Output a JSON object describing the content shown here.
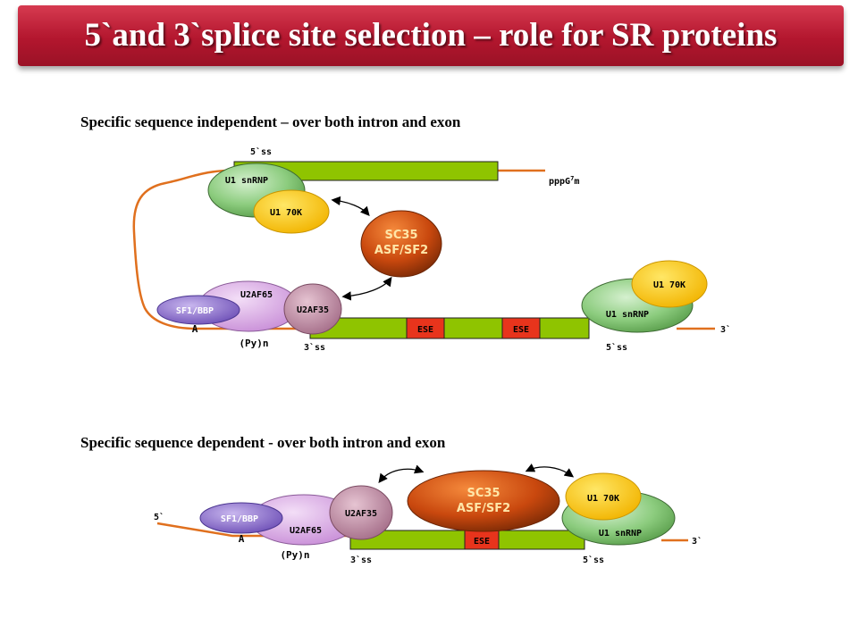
{
  "title": "5`and 3`splice site selection – role for SR proteins",
  "panel_top": {
    "heading": "Specific sequence independent – over both intron and exon",
    "labels": {
      "five_ss_top": "5`ss",
      "pppg": "pppG",
      "pppg_sup": "7",
      "pppg_tail": "m",
      "u1_snrnp_top": "U1 snRNP",
      "u1_70k_top": "U1 70K",
      "sc35_line1": "SC35",
      "sc35_line2": "ASF/SF2",
      "u2af65": "U2AF65",
      "sf1_bbp": "SF1/BBP",
      "u2af35": "U2AF35",
      "u1_70k_right": "U1 70K",
      "u1_snrnp_right": "U1 snRNP",
      "ese_1": "ESE",
      "ese_2": "ESE",
      "branch_a": "A",
      "pyn": "(Py)n",
      "three_ss": "3`ss",
      "five_ss": "5`ss",
      "three_end": "3`"
    }
  },
  "panel_bottom": {
    "heading": "Specific sequence dependent - over both intron and exon",
    "labels": {
      "five_end": "5`",
      "sf1_bbp": "SF1/BBP",
      "u2af65": "U2AF65",
      "u2af35": "U2AF35",
      "sc35_line1": "SC35",
      "sc35_line2": "ASF/SF2",
      "u1_70k": "U1 70K",
      "u1_snrnp": "U1 snRNP",
      "ese": "ESE",
      "branch_a": "A",
      "pyn": "(Py)n",
      "three_ss": "3`ss",
      "five_ss": "5`ss",
      "three_end": "3`"
    }
  },
  "colors": {
    "title_red": "#b3162e",
    "exon_green": "#8fc400",
    "ese_red": "#e8341c",
    "intron_orange": "#e0701e",
    "u1_green": "#7cbf6e",
    "u1_70k_yellow": "#f5c000",
    "sc35_brown": "#c9480e",
    "u2af65_pink": "#dcb0e8",
    "u2af35_mauve": "#c290a8",
    "sf1_purple": "#8b6bc8"
  }
}
